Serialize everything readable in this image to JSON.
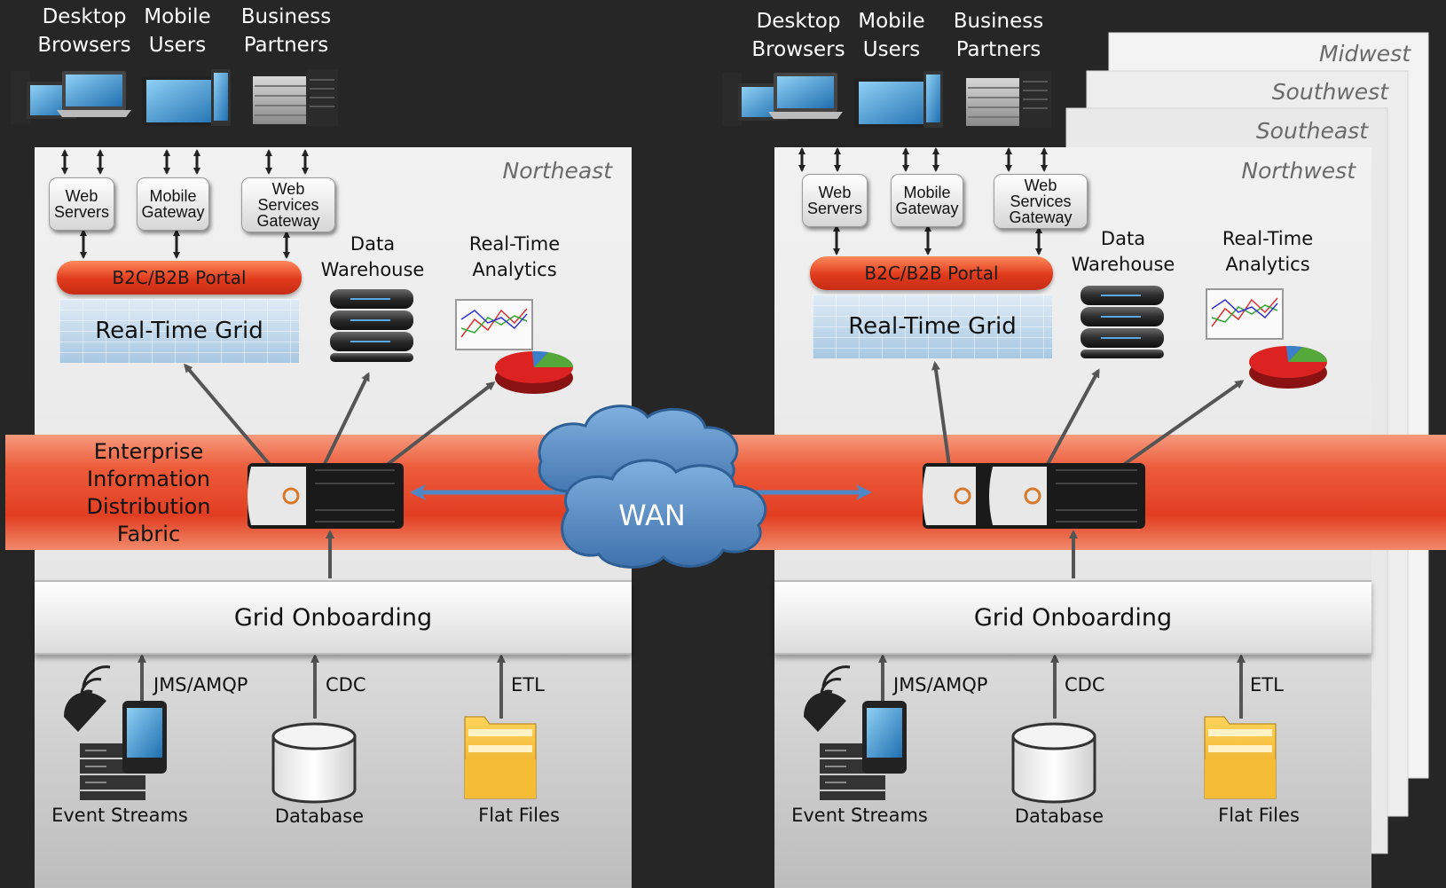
{
  "clients": {
    "desktop": "Desktop\nBrowsers",
    "mobile": "Mobile\nUsers",
    "partners": "Business\nPartners"
  },
  "gateways": {
    "web": "Web\nServers",
    "mobile": "Mobile\nGateway",
    "ws": "Web\nServices\nGateway"
  },
  "portal": "B2C/B2B Portal",
  "grid": "Real-Time Grid",
  "warehouse": "Data\nWarehouse",
  "analytics": "Real-Time\nAnalytics",
  "regions": {
    "left": "Northeast",
    "right": "Northwest",
    "stack": [
      "Midwest",
      "Southwest",
      "Southeast"
    ]
  },
  "fabric": "Enterprise\nInformation\nDistribution\nFabric",
  "wan": "WAN",
  "onboarding": "Grid Onboarding",
  "sources": {
    "jms": "JMS/AMQP",
    "cdc": "CDC",
    "etl": "ETL",
    "events": "Event Streams",
    "database": "Database",
    "files": "Flat Files"
  },
  "colors": {
    "fabric": "#e8472a",
    "portal": "#e03a1c",
    "cloud": "#5b8fc4",
    "arrow_blue": "#4f86c6",
    "folder": "#f2b531"
  }
}
